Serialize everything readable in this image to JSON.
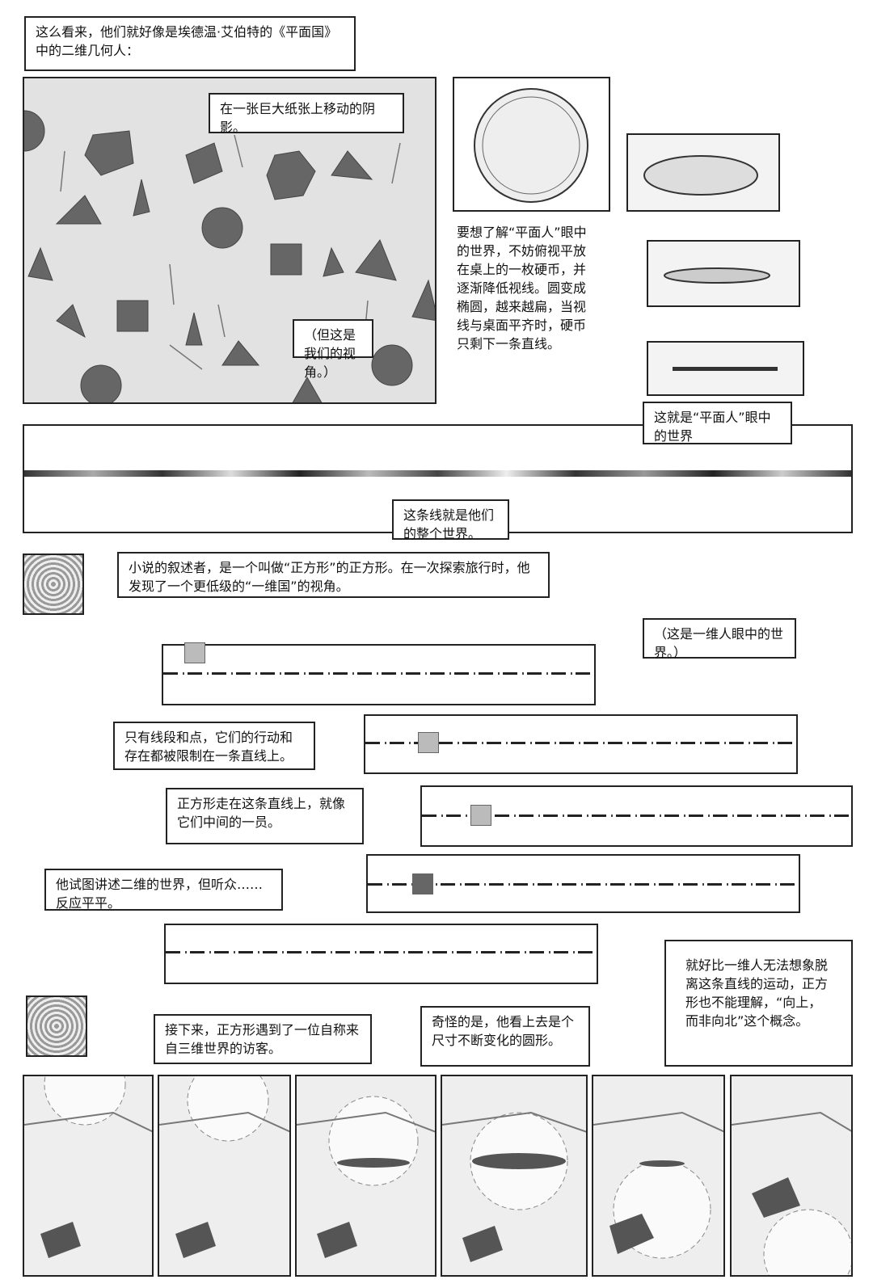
{
  "captions": {
    "intro": "这么看来，他们就好像是埃德温·艾伯特的《平面国》中的二维几何人：",
    "shadows": "在一张巨大纸张上移动的阴影。",
    "our_view": "（但这是我们的视角。）",
    "coin_text": "要想了解“平面人”眼中的世界，不妨俯视平放在桌上的一枚硬币，并逐渐降低视线。圆变成椭圆，越来越扁，当视线与桌面平齐时，硬币只剩下一条直线。",
    "flatlander_view": "这就是“平面人”眼中的世界",
    "whole_world": "这条线就是他们的整个世界。",
    "narrator": "小说的叙述者，是一个叫做“正方形”的正方形。在一次探索旅行时，他发现了一个更低级的“一维国”的视角。",
    "lineland_view": "（这是一维人眼中的世界。）",
    "segments": "只有线段和点，它们的行动和存在都被限制在一条直线上。",
    "walks": "正方形走在这条直线上，就像它们中间的一员。",
    "tries": "他试图讲述二维的世界，但听众……反应平平。",
    "visitor": "接下来，正方形遇到了一位自称来自三维世界的访客。",
    "strange": "奇怪的是，他看上去是个尺寸不断变化的圆形。",
    "analogy": "就好比一维人无法想象脱离这条直线的运动，正方形也不能理解，“向上，而非向北”这个概念。"
  }
}
